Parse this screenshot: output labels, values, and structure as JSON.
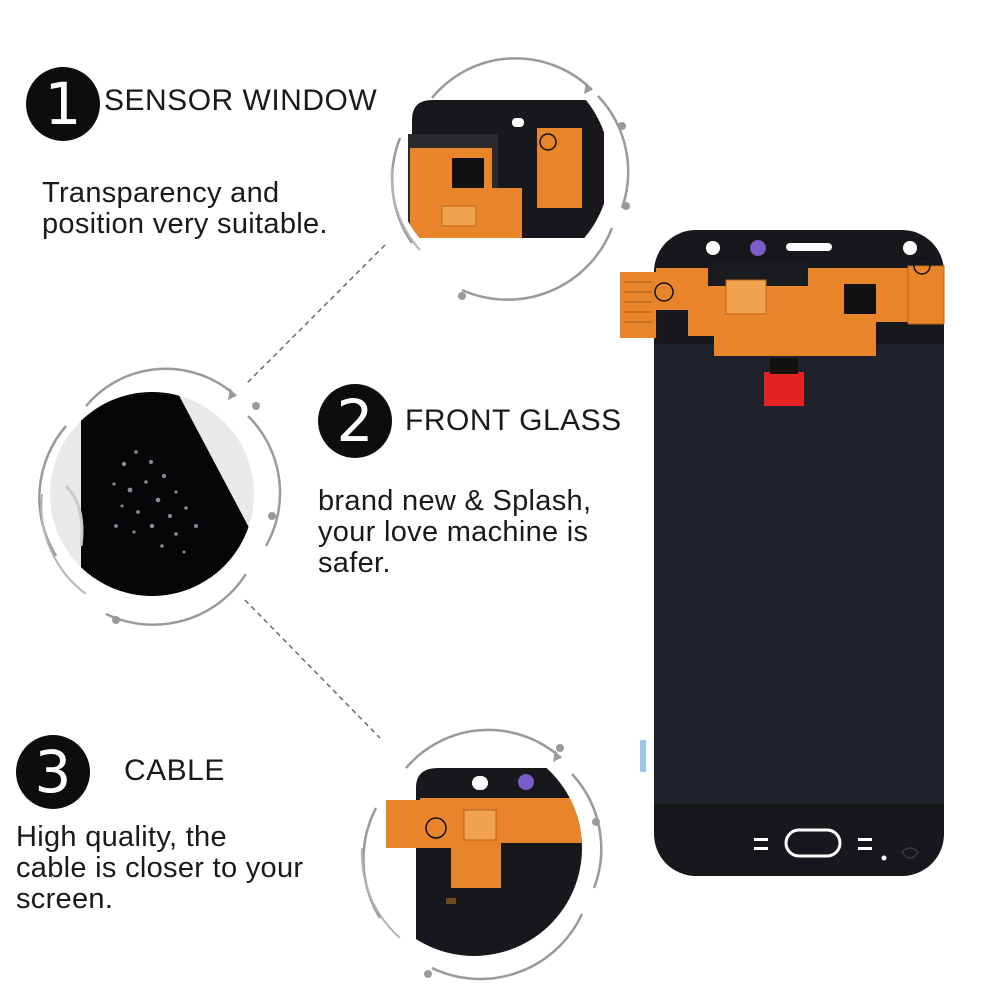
{
  "features": [
    {
      "number": "1",
      "title": "SENSOR WINDOW",
      "description": [
        "Transparency and",
        "position very suitable."
      ]
    },
    {
      "number": "2",
      "title": "FRONT GLASS",
      "description": [
        "brand  new & Splash,",
        "your love machine is",
        "safer."
      ]
    },
    {
      "number": "3",
      "title": "CABLE",
      "description": [
        "High quality, the",
        "cable is closer to your",
        "screen."
      ]
    }
  ],
  "colors": {
    "ring": "#9a9a9a",
    "phone_body": "#17181c",
    "screen": "#20222b",
    "flex_cable": "#e8842a",
    "connector": "#e32222",
    "proximity_dot": "#7b5cc9"
  }
}
